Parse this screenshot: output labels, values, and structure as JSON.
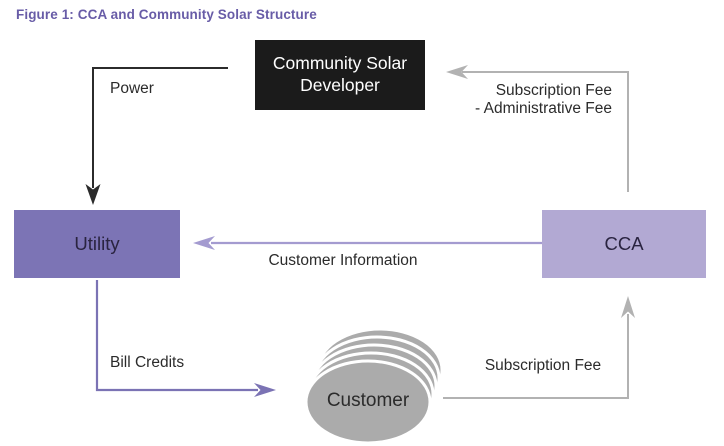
{
  "figure": {
    "title": "Figure 1: CCA and Community Solar Structure"
  },
  "nodes": {
    "developer": {
      "label": "Community Solar Developer",
      "shape": "rectangle"
    },
    "utility": {
      "label": "Utility",
      "shape": "rectangle"
    },
    "cca": {
      "label": "CCA",
      "shape": "rectangle"
    },
    "customer": {
      "label": "Customer",
      "shape": "stacked-ellipses"
    }
  },
  "edges": {
    "power": {
      "label": "Power",
      "from": "Community Solar Developer",
      "to": "Utility"
    },
    "subscription_admin": {
      "label_line1": "Subscription Fee",
      "label_line2": "- Administrative Fee",
      "from": "CCA",
      "to": "Community Solar Developer"
    },
    "customer_information": {
      "label": "Customer Information",
      "from": "CCA",
      "to": "Utility"
    },
    "bill_credits": {
      "label": "Bill Credits",
      "from": "Utility",
      "to": "Customer"
    },
    "subscription_fee": {
      "label": "Subscription Fee",
      "from": "Customer",
      "to": "CCA"
    }
  },
  "colors": {
    "title_text": "#685ca7",
    "developer_box": "#1b1b1b",
    "developer_text": "#ffffff",
    "utility_box": "#7c74b5",
    "cca_box": "#b2a9d3",
    "customer_fill": "#ababab",
    "node_text": "#2a2440",
    "label_text": "#2b2b2b",
    "power_arrow": "#2b2b2b",
    "customer_info_arrow": "#a49bd0",
    "bill_credits_arrow": "#7b73b4",
    "gray_arrow": "#b2b2b2"
  }
}
